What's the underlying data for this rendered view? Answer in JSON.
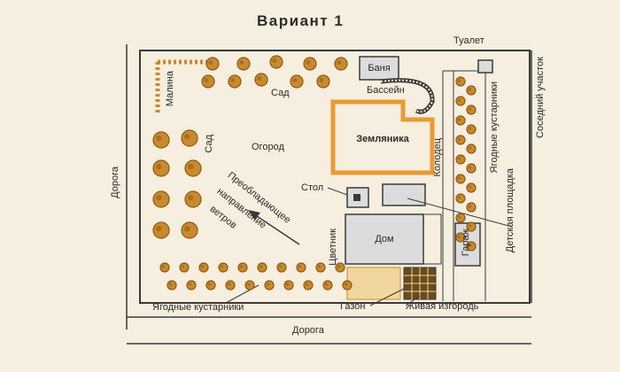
{
  "title": "Вариант 1",
  "labels": {
    "toilet": "Туалет",
    "bath": "Баня",
    "pool": "Бассейн",
    "raspberry": "Малина",
    "garden_top": "Сад",
    "garden_left": "Сад",
    "vegetable": "Огород",
    "strawberry": "Земляника",
    "table": "Стол",
    "well": "Колодец",
    "house": "Дом",
    "garage": "Гараж",
    "playground": "Детская площадка",
    "berry_right": "Ягодные кустарники",
    "neighbor": "Соседний участок",
    "road_left": "Дорога",
    "road_bottom": "Дорога",
    "berry_bottom": "Ягодные кустарники",
    "lawn": "Газон",
    "hedge": "Живая изгородь",
    "flowerbed": "Цветник",
    "wind_1": "Преобладающее",
    "wind_2": "направление",
    "wind_3": "ветров"
  },
  "colors": {
    "bg": "#f6eede",
    "line": "#3a3a3a",
    "shrub": "#c98a2c",
    "shrub_dark": "#8a5a18",
    "strawberry_border": "#e99a35",
    "building_fill": "#dcdcdc"
  }
}
